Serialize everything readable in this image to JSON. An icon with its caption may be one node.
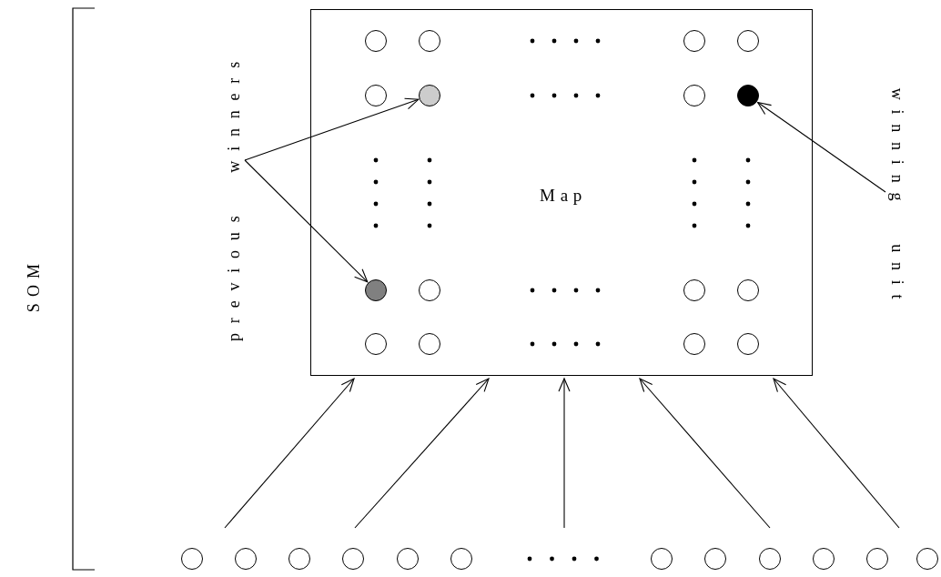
{
  "diagram": {
    "nodes": [
      {
        "text": [
          "Map"
        ]
      },
      {
        "text": [],
        "shape": "circle",
        "in": 0
      },
      {
        "text": [],
        "shape": "circle",
        "in": 0
      },
      {
        "text": [],
        "shape": "circle",
        "in": 0
      },
      {
        "text": [],
        "shape": "circle",
        "in": 0
      },
      {
        "text": [],
        "shape": "circle",
        "in": 0
      },
      {
        "text": [],
        "shape": "circle",
        "in": 0
      },
      {
        "text": [],
        "shape": "circle",
        "in": 0
      },
      {
        "text": [],
        "shape": "circle",
        "in": 0
      },
      {
        "text": [],
        "shape": "circle",
        "in": 0
      },
      {
        "text": [],
        "shape": "circle",
        "in": 0
      },
      {
        "text": [],
        "shape": "circle",
        "in": 0
      },
      {
        "text": [],
        "shape": "circle",
        "in": 0
      },
      {
        "text": [],
        "shape": "circle",
        "in": 0
      },
      {
        "text": [],
        "shape": "circle",
        "in": 0
      },
      {
        "text": [],
        "shape": "circle",
        "in": 0
      },
      {
        "text": [],
        "shape": "circle",
        "in": 0
      },
      {
        "text": [
          "previous winners"
        ]
      },
      {
        "text": [
          "winning unit"
        ]
      },
      {
        "text": [],
        "shape": "circle"
      },
      {
        "text": [],
        "shape": "circle"
      },
      {
        "text": [],
        "shape": "circle"
      },
      {
        "text": [],
        "shape": "circle"
      },
      {
        "text": [],
        "shape": "circle"
      },
      {
        "text": [],
        "shape": "circle"
      },
      {
        "text": [],
        "shape": "circle"
      },
      {
        "text": [],
        "shape": "circle"
      },
      {
        "text": [],
        "shape": "circle"
      },
      {
        "text": [],
        "shape": "circle"
      },
      {
        "text": [],
        "shape": "circle"
      },
      {
        "text": [],
        "shape": "circle"
      }
    ],
    "edges": [
      {
        "from": 17,
        "to": 6,
        "arrow": "to"
      },
      {
        "from": 17,
        "to": 9,
        "arrow": "to"
      },
      {
        "from": 18,
        "to": 8,
        "arrow": "to"
      },
      {
        "from": null,
        "to": 0,
        "arrow": "to"
      },
      {
        "from": null,
        "to": 0,
        "arrow": "to"
      },
      {
        "from": null,
        "to": 0,
        "arrow": "to"
      },
      {
        "from": null,
        "to": 0,
        "arrow": "to"
      },
      {
        "from": null,
        "to": 0,
        "arrow": "to"
      }
    ],
    "labels": [
      "SOM"
    ]
  }
}
